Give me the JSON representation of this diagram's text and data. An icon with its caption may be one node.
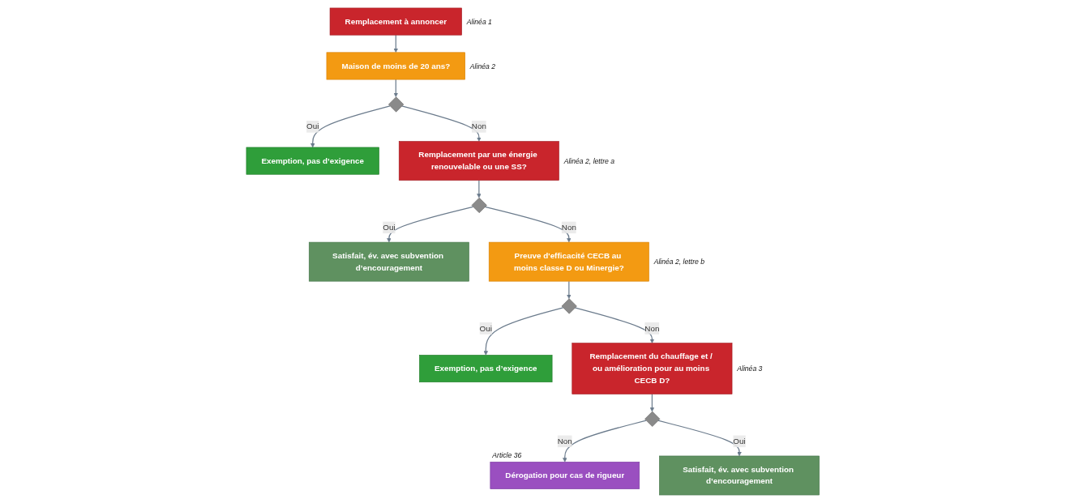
{
  "diagram": {
    "nodes": [
      {
        "text": [
          "Remplacement à annoncer"
        ],
        "beside": [
          "Alinéa 1"
        ]
      },
      {
        "text": [
          "Maison de moins de 20 ans?"
        ],
        "beside": [
          "Alinéa 2"
        ]
      },
      {
        "text": [],
        "shape": "diamond"
      },
      {
        "text": [
          "Exemption, pas d’exigence"
        ]
      },
      {
        "text": [
          "Remplacement par une énergie renouvelable ou une SS?"
        ],
        "beside": [
          "Alinéa 2, lettre a"
        ]
      },
      {
        "text": [],
        "shape": "diamond"
      },
      {
        "text": [
          "Satisfait, év. avec subvention d’encouragement"
        ]
      },
      {
        "text": [
          "Preuve d'efficacité CECB au moins classe D ou Minergie?"
        ],
        "beside": [
          "Alinéa 2, lettre b"
        ]
      },
      {
        "text": [],
        "shape": "diamond"
      },
      {
        "text": [
          "Exemption, pas d’exigence"
        ]
      },
      {
        "text": [
          "Remplacement du chauffage et / ou amélioration pour au moins CECB D?"
        ],
        "beside": [
          "Alinéa 3"
        ]
      },
      {
        "text": [],
        "shape": "diamond"
      },
      {
        "text": [
          "Dérogation pour cas de rigueur"
        ],
        "beside": [
          "Article 36"
        ]
      },
      {
        "text": [
          "Satisfait, év. avec subvention d’encouragement"
        ]
      }
    ],
    "edges": [
      {
        "from": 0,
        "to": 1,
        "arrow": "to"
      },
      {
        "from": 1,
        "to": 2,
        "arrow": "to"
      },
      {
        "from": 2,
        "to": 3,
        "arrow": "to",
        "label": "Oui"
      },
      {
        "from": 2,
        "to": 4,
        "arrow": "to",
        "label": "Non"
      },
      {
        "from": 4,
        "to": 5,
        "arrow": "to"
      },
      {
        "from": 5,
        "to": 6,
        "arrow": "to",
        "label": "Oui"
      },
      {
        "from": 5,
        "to": 7,
        "arrow": "to",
        "label": "Non"
      },
      {
        "from": 7,
        "to": 8,
        "arrow": "to"
      },
      {
        "from": 8,
        "to": 9,
        "arrow": "to",
        "label": "Oui"
      },
      {
        "from": 8,
        "to": 10,
        "arrow": "to",
        "label": "Non"
      },
      {
        "from": 10,
        "to": 11,
        "arrow": "to"
      },
      {
        "from": 11,
        "to": 12,
        "arrow": "to",
        "label": "Non"
      },
      {
        "from": 11,
        "to": 13,
        "arrow": "to",
        "label": "Oui"
      }
    ]
  }
}
